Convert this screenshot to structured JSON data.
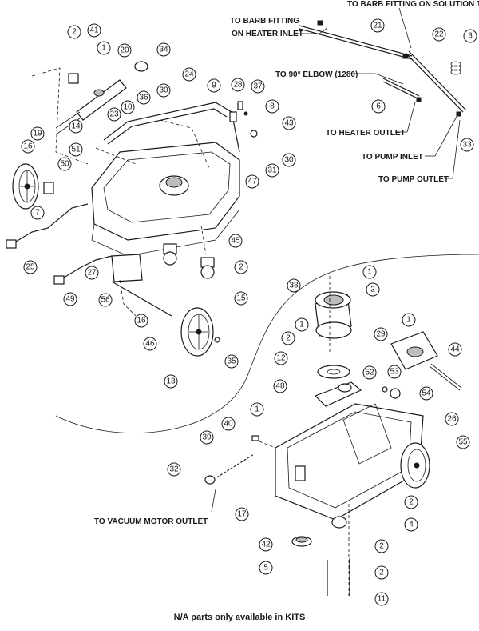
{
  "diagram": {
    "notes": [
      {
        "id": "barb-solution",
        "text": "TO BARB FITTING ON SOLUTION TANK"
      },
      {
        "id": "barb-heater",
        "text": "TO BARB FITTING"
      },
      {
        "id": "barb-heater-2",
        "text": "ON HEATER INLET"
      },
      {
        "id": "elbow",
        "text": "TO 90° ELBOW (1280)"
      },
      {
        "id": "heater-outlet",
        "text": "TO HEATER OUTLET"
      },
      {
        "id": "pump-inlet",
        "text": "TO PUMP INLET"
      },
      {
        "id": "pump-outlet",
        "text": "TO PUMP OUTLET"
      },
      {
        "id": "vacuum-outlet",
        "text": "TO VACUUM MOTOR OUTLET"
      }
    ],
    "callouts": [
      "2",
      "41",
      "1",
      "20",
      "34",
      "24",
      "9",
      "28",
      "37",
      "8",
      "43",
      "30",
      "31",
      "47",
      "36",
      "10",
      "23",
      "14",
      "51",
      "50",
      "19",
      "16",
      "7",
      "25",
      "27",
      "49",
      "56",
      "16",
      "46",
      "13",
      "35",
      "45",
      "2",
      "15",
      "21",
      "22",
      "3",
      "6",
      "33",
      "38",
      "1",
      "2",
      "1",
      "2",
      "12",
      "48",
      "29",
      "1",
      "44",
      "52",
      "53",
      "54",
      "26",
      "55",
      "40",
      "1",
      "39",
      "32",
      "17",
      "2",
      "4",
      "42",
      "2",
      "5",
      "2",
      "11",
      "30"
    ],
    "footer": "N/A parts only available in KITS"
  }
}
